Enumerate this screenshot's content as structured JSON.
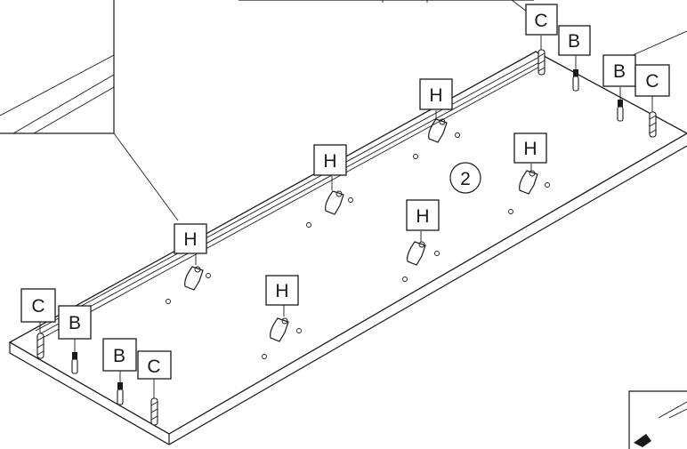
{
  "diagram": {
    "step_number": "2",
    "part_labels": {
      "shelf_support": "H",
      "dowel": "C",
      "cam_bolt": "B"
    },
    "colors": {
      "ink": "#1a1a1a",
      "paper": "#ffffff"
    }
  }
}
